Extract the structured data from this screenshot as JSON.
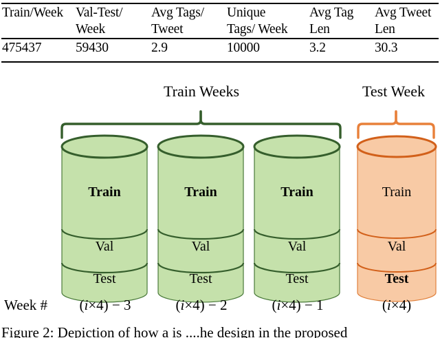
{
  "table": {
    "headers": [
      "Train/Week",
      "Val-Test/\nWeek",
      "Avg Tags/\nTweet",
      "Unique\nTags/ Week",
      "Avg Tag\nLen",
      "Avg Tweet\nLen"
    ],
    "rows": [
      [
        "475437",
        "59430",
        "2.9",
        "10000",
        "3.2",
        "30.3"
      ]
    ]
  },
  "diagram": {
    "train_group_label": "Train Weeks",
    "test_group_label": "Test Week",
    "colors": {
      "train_fill": "#c5e1ab",
      "train_stroke": "#355e2c",
      "test_fill": "#f8caa5",
      "test_stroke": "#d2601a"
    },
    "cylinders": [
      {
        "type": "train",
        "segments": [
          {
            "label": "Train",
            "bold": true
          },
          {
            "label": "Val",
            "bold": false
          },
          {
            "label": "Test",
            "bold": false
          }
        ]
      },
      {
        "type": "train",
        "segments": [
          {
            "label": "Train",
            "bold": true
          },
          {
            "label": "Val",
            "bold": false
          },
          {
            "label": "Test",
            "bold": false
          }
        ]
      },
      {
        "type": "train",
        "segments": [
          {
            "label": "Train",
            "bold": true
          },
          {
            "label": "Val",
            "bold": false
          },
          {
            "label": "Test",
            "bold": false
          }
        ]
      },
      {
        "type": "test",
        "segments": [
          {
            "label": "Train",
            "bold": false
          },
          {
            "label": "Val",
            "bold": false
          },
          {
            "label": "Test",
            "bold": true
          }
        ]
      }
    ]
  },
  "week_row": {
    "row_label": "Week #",
    "weeks": [
      {
        "prefix": "(",
        "var": "i",
        "mult": "×4) ",
        "suffix": "− 3"
      },
      {
        "prefix": "(",
        "var": "i",
        "mult": "×4) ",
        "suffix": "− 2"
      },
      {
        "prefix": "(",
        "var": "i",
        "mult": "×4) ",
        "suffix": "− 1"
      },
      {
        "prefix": "(",
        "var": "i",
        "mult": "×4)",
        "suffix": ""
      }
    ]
  },
  "caption": {
    "text": "Figure 2: Depiction of how a is ....he design in the proposed"
  }
}
